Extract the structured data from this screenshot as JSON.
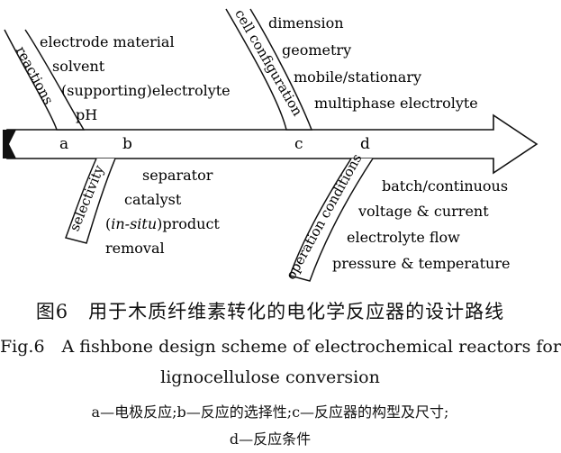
{
  "branches": [
    {
      "name": "reactions",
      "label": "reactions",
      "items": [
        "electrode material",
        "solvent",
        "(supporting)electrolyte",
        "pH"
      ]
    },
    {
      "name": "selectivity",
      "label": "selectivity",
      "items": [
        "separator",
        "catalyst",
        "product",
        "removal"
      ],
      "insitu": "in-situ"
    },
    {
      "name": "cell-configuration",
      "label": "cell configuration",
      "items": [
        "dimension",
        "geometry",
        "mobile/stationary",
        "multiphase electrolyte"
      ]
    },
    {
      "name": "operation-conditions",
      "label": "operation conditions",
      "items": [
        "batch/continuous",
        "voltage & current",
        "electrolyte  flow",
        "pressure & temperature"
      ]
    }
  ],
  "markers": [
    "a",
    "b",
    "c",
    "d"
  ],
  "caption": {
    "zh": "图6　用于木质纤维素转化的电化学反应器的设计路线",
    "en_line1": "Fig.6　A fishbone design scheme of electrochemical reactors for",
    "en_line2": "lignocellulose conversion",
    "legend_line1": "a—电极反应;b—反应的选择性;c—反应器的构型及尺寸;",
    "legend_line2": "d—反应条件"
  },
  "colors": {
    "stroke": "#111111",
    "fill": "#ffffff"
  }
}
